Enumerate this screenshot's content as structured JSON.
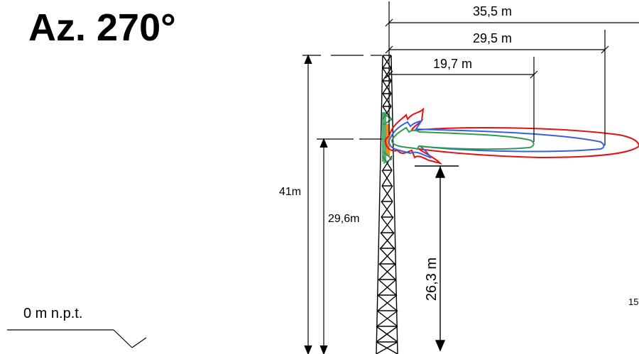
{
  "title": "Az. 270°",
  "dimensions": {
    "d1": "35,5 m",
    "d2": "29,5 m",
    "d3": "19,7 m",
    "tower_height": "41m",
    "antenna_height": "29,6m",
    "clearance": "26,3 m"
  },
  "ground_label": "0 m n.p.t.",
  "page_number": "15",
  "colors": {
    "red_pattern": "#e01414",
    "blue_pattern": "#3a5fe0",
    "green_pattern": "#2e9a52",
    "orange_antenna": "#f08c1e"
  }
}
